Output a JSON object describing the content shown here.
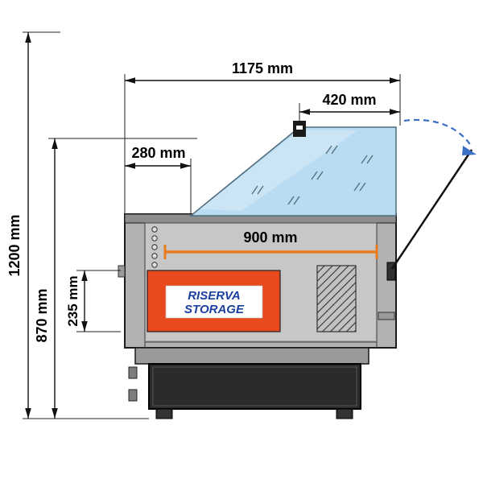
{
  "dimensions": {
    "top_width": "1175 mm",
    "glass_top": "420 mm",
    "left_offset": "280 mm",
    "inner_width": "900 mm",
    "total_height": "1200 mm",
    "counter_height": "870 mm",
    "storage_height": "235 mm"
  },
  "storage": {
    "line1": "RISERVA",
    "line2": "STORAGE"
  },
  "colors": {
    "storage_orange": "#e8491d",
    "dim_orange": "#e87b1e",
    "arrow_blue": "#3a6fc4",
    "storage_text_blue": "#1b3f9e",
    "glass_blue": "#b9dcf2",
    "dim_black": "#111111"
  }
}
